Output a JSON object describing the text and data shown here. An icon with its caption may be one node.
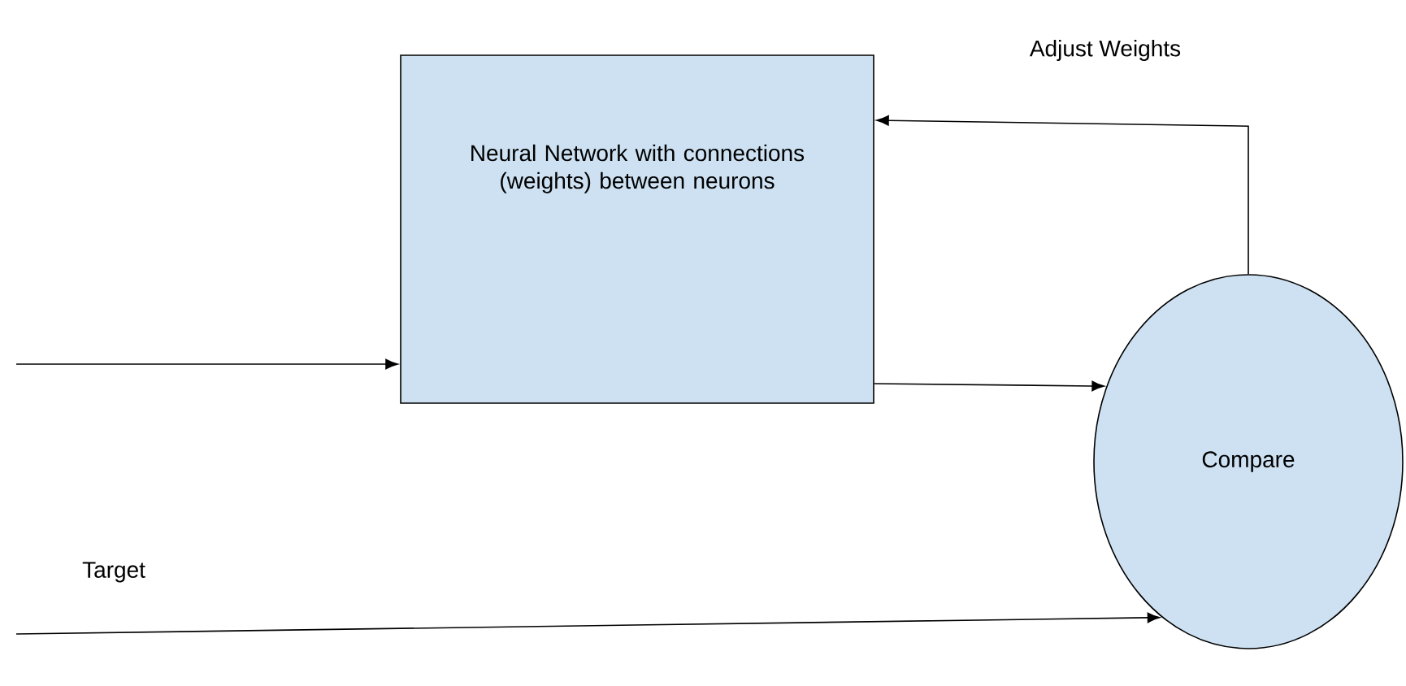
{
  "diagram": {
    "nodes": [
      {
        "text": [
          "Neural Network with connections (weights) between neurons"
        ]
      },
      {
        "text": [
          "Compare"
        ]
      }
    ],
    "edges": [
      {
        "from": null,
        "to": 0,
        "arrow": "to"
      },
      {
        "from": 0,
        "to": 1,
        "arrow": "to"
      },
      {
        "from": 1,
        "to": 0,
        "arrow": "to",
        "label": "Adjust Weights"
      },
      {
        "from": null,
        "to": 1,
        "arrow": "to",
        "label": "Target"
      }
    ]
  }
}
